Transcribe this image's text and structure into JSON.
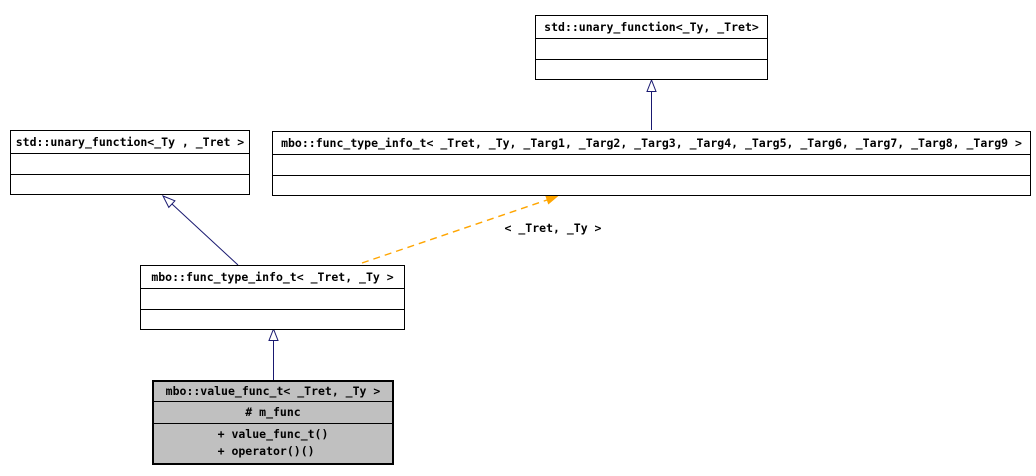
{
  "diagram": {
    "kind": "uml-class-inheritance-graph",
    "colors": {
      "background": "#ffffff",
      "box_border": "#000000",
      "box_fill": "#ffffff",
      "highlight_fill": "#c0c0c0",
      "text": "#000000",
      "inheritance_arrow": "#191970",
      "template_arrow": "#ffa500"
    },
    "nodes": [
      {
        "id": "std-unary-function-top",
        "title": "std::unary_function<_Ty, _Tret>",
        "attributes": [],
        "methods": []
      },
      {
        "id": "std-unary-function-left",
        "title": "std::unary_function<_Ty , _Tret >",
        "attributes": [],
        "methods": []
      },
      {
        "id": "mbo-func-type-info-t-full",
        "title": "mbo::func_type_info_t< _Tret, _Ty, _Targ1, _Targ2, _Targ3, _Targ4, _Targ5, _Targ6, _Targ7, _Targ8, _Targ9 >",
        "attributes": [],
        "methods": []
      },
      {
        "id": "mbo-func-type-info-t",
        "title": "mbo::func_type_info_t< _Tret, _Ty >",
        "attributes": [],
        "methods": []
      },
      {
        "id": "mbo-value-func-t",
        "title": "mbo::value_func_t< _Tret, _Ty >",
        "attributes": [
          "# m_func"
        ],
        "methods": [
          "+ value_func_t()",
          "+ operator()()"
        ]
      }
    ],
    "edges": [
      {
        "type": "inheritance",
        "from": 2,
        "to": 0,
        "label": ""
      },
      {
        "type": "inheritance",
        "from": 3,
        "to": 1,
        "label": ""
      },
      {
        "type": "inheritance",
        "from": 4,
        "to": 3,
        "label": ""
      },
      {
        "type": "template-instantiation",
        "from": 3,
        "to": 2,
        "label": "< _Tret, _Ty >"
      }
    ]
  }
}
